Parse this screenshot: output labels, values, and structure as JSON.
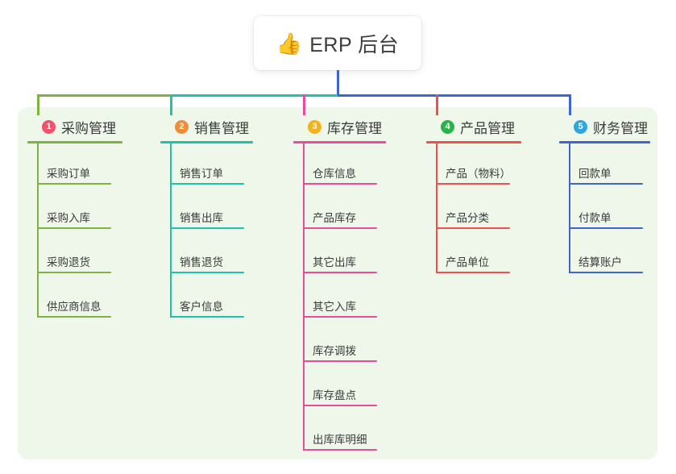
{
  "root": {
    "icon": "thumbs-up-icon",
    "emoji": "👍",
    "title": "ERP 后台"
  },
  "columns": [
    {
      "index": "1",
      "title": "采购管理",
      "badge_color": "#f2506e",
      "line_color": "#7cb342",
      "connector_color": "#7cb342",
      "items": [
        "采购订单",
        "采购入库",
        "采购退货",
        "供应商信息"
      ]
    },
    {
      "index": "2",
      "title": "销售管理",
      "badge_color": "#f08b36",
      "line_color": "#1fc2ac",
      "connector_color": "#1fc2ac",
      "items": [
        "销售订单",
        "销售出库",
        "销售退货",
        "客户信息"
      ]
    },
    {
      "index": "3",
      "title": "库存管理",
      "badge_color": "#f5b119",
      "line_color": "#ea4c9c",
      "connector_color": "#ea4c9c",
      "items": [
        "仓库信息",
        "产品库存",
        "其它出库",
        "其它入库",
        "库存调拨",
        "库存盘点",
        "出库库明细"
      ]
    },
    {
      "index": "4",
      "title": "产品管理",
      "badge_color": "#28b44a",
      "line_color": "#f0514c",
      "connector_color": "#f0514c",
      "items": [
        "产品（物料）",
        "产品分类",
        "产品单位"
      ]
    },
    {
      "index": "5",
      "title": "财务管理",
      "badge_color": "#30a6e0",
      "line_color": "#3f64d4",
      "connector_color": "#3f64d4",
      "items": [
        "回款单",
        "付款单",
        "结算账户"
      ]
    }
  ],
  "theme": {
    "panel_bg": "#eef7ea",
    "page_bg": "#ffffff",
    "text_color": "#3b3b3b",
    "bus_left_color": "#7cb342",
    "bus_mid_color": "#1fc2ac",
    "bus_right_color": "#3f64d4",
    "stem_color": "#3f64d4"
  }
}
